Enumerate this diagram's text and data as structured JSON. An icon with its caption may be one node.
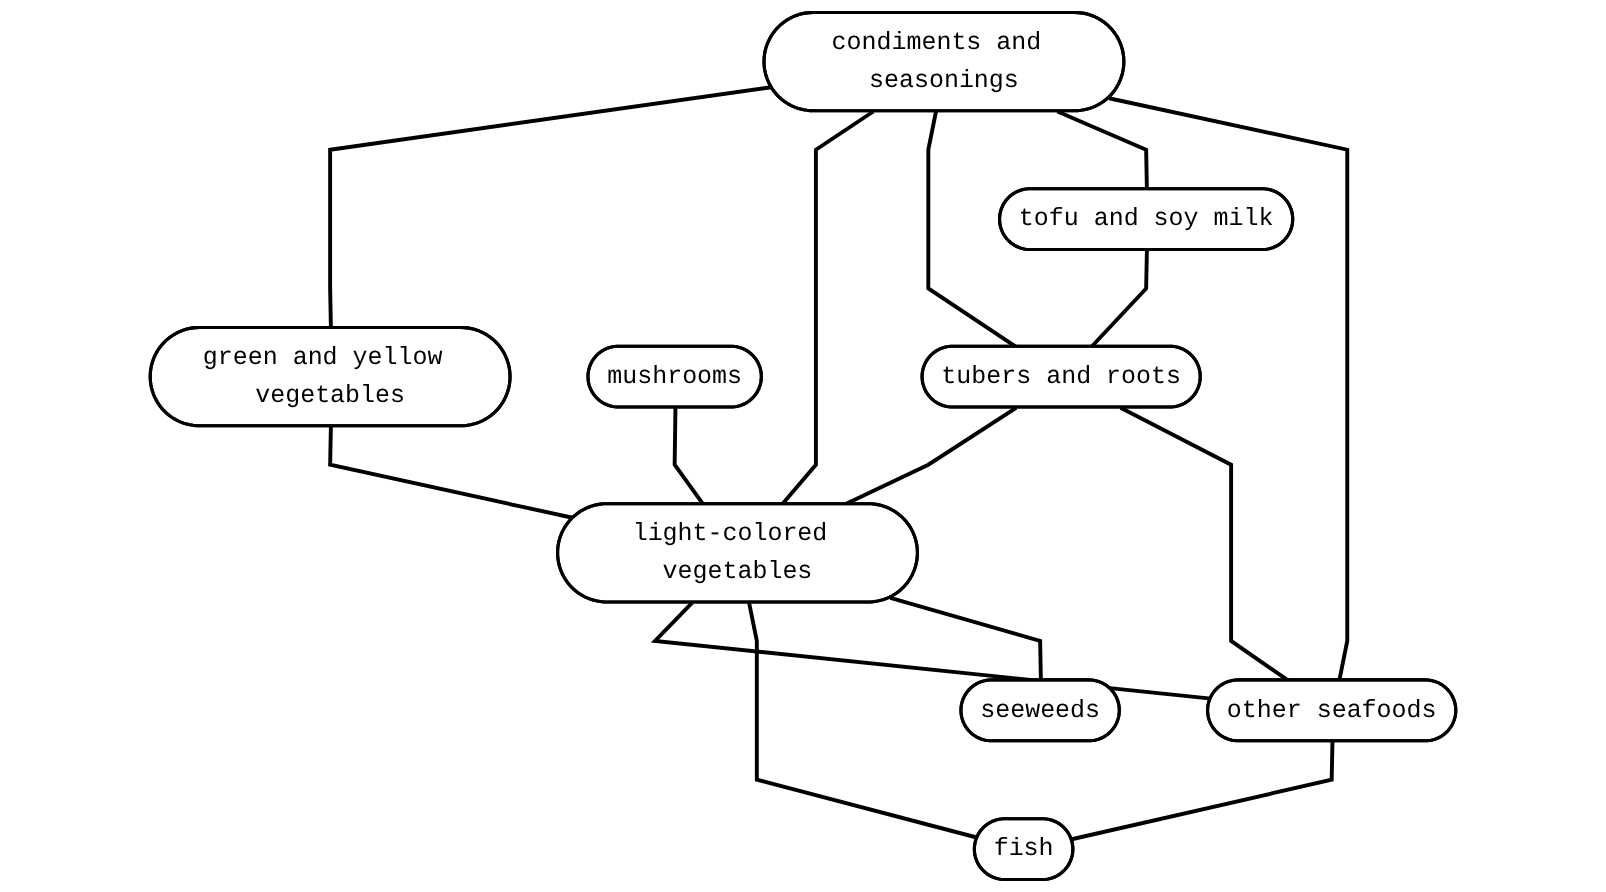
{
  "diagram": {
    "nodes": [
      {
        "text": [
          "condiments and seasonings"
        ]
      },
      {
        "text": [
          "green and yellow vegetables"
        ]
      },
      {
        "text": [
          "mushrooms"
        ]
      },
      {
        "text": [
          "tubers and roots"
        ]
      },
      {
        "text": [
          "tofu and soy milk"
        ]
      },
      {
        "text": [
          "light-colored vegetables"
        ]
      },
      {
        "text": [
          "seeweeds"
        ]
      },
      {
        "text": [
          "other seafoods"
        ]
      },
      {
        "text": [
          "fish"
        ]
      }
    ],
    "edges": [
      {
        "from": 0,
        "to": 1,
        "arrow": "none"
      },
      {
        "from": 0,
        "to": 5,
        "arrow": "none"
      },
      {
        "from": 0,
        "to": 3,
        "arrow": "none"
      },
      {
        "from": 0,
        "to": 4,
        "arrow": "none"
      },
      {
        "from": 0,
        "to": 7,
        "arrow": "none"
      },
      {
        "from": 1,
        "to": 5,
        "arrow": "none"
      },
      {
        "from": 2,
        "to": 5,
        "arrow": "none"
      },
      {
        "from": 4,
        "to": 3,
        "arrow": "none"
      },
      {
        "from": 3,
        "to": 5,
        "arrow": "none"
      },
      {
        "from": 3,
        "to": 7,
        "arrow": "none"
      },
      {
        "from": 5,
        "to": 7,
        "arrow": "none"
      },
      {
        "from": 5,
        "to": 8,
        "arrow": "none"
      },
      {
        "from": 5,
        "to": 6,
        "arrow": "none"
      },
      {
        "from": 7,
        "to": 8,
        "arrow": "none"
      }
    ]
  }
}
